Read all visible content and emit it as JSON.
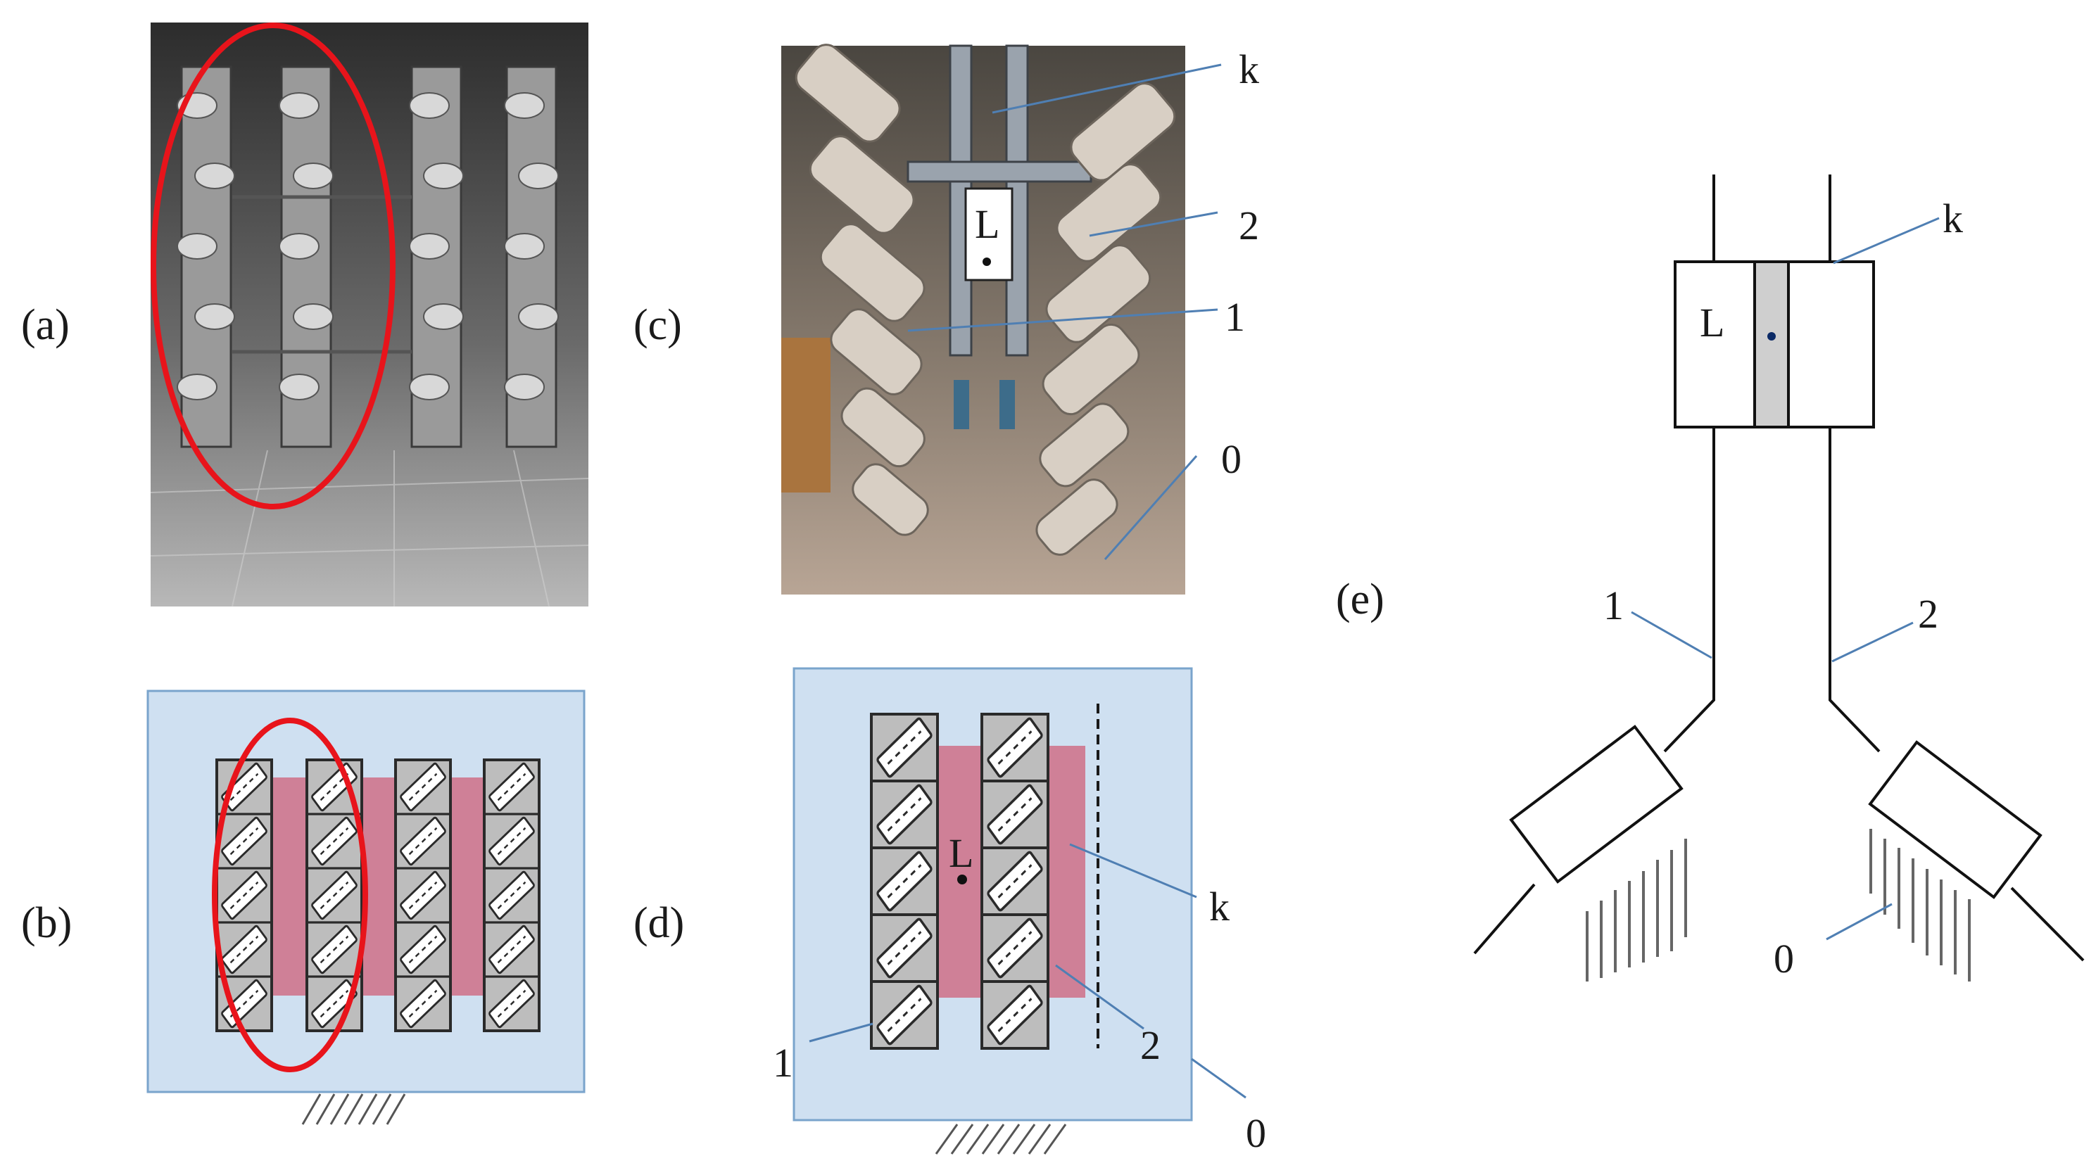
{
  "panels": {
    "a": {
      "label": "(a)",
      "kind": "photo-grayscale"
    },
    "b": {
      "label": "(b)",
      "kind": "schematic-top-view"
    },
    "c": {
      "label": "(c)",
      "kind": "photo-color",
      "callouts": {
        "k": "k",
        "two": "2",
        "one": "1",
        "zero": "0",
        "L": "L"
      }
    },
    "d": {
      "label": "(d)",
      "kind": "schematic-top-view",
      "callouts": {
        "L": "L",
        "k": "k",
        "two": "2",
        "one": "1",
        "zero": "0"
      }
    },
    "e": {
      "label": "(e)",
      "kind": "kinematic-diagram",
      "callouts": {
        "L": "L",
        "k": "k",
        "one": "1",
        "two": "2",
        "zero": "0"
      }
    }
  },
  "colors": {
    "highlight_ellipse": "#e8141b",
    "frame_fill": "#cfe0f1",
    "body_fill": "#cf8097",
    "track_fill": "#bdbdbd",
    "leader_line": "#4f7fb3"
  },
  "icons": {
    "ground": "ground-hatch-icon",
    "roller": "roller-icon"
  }
}
